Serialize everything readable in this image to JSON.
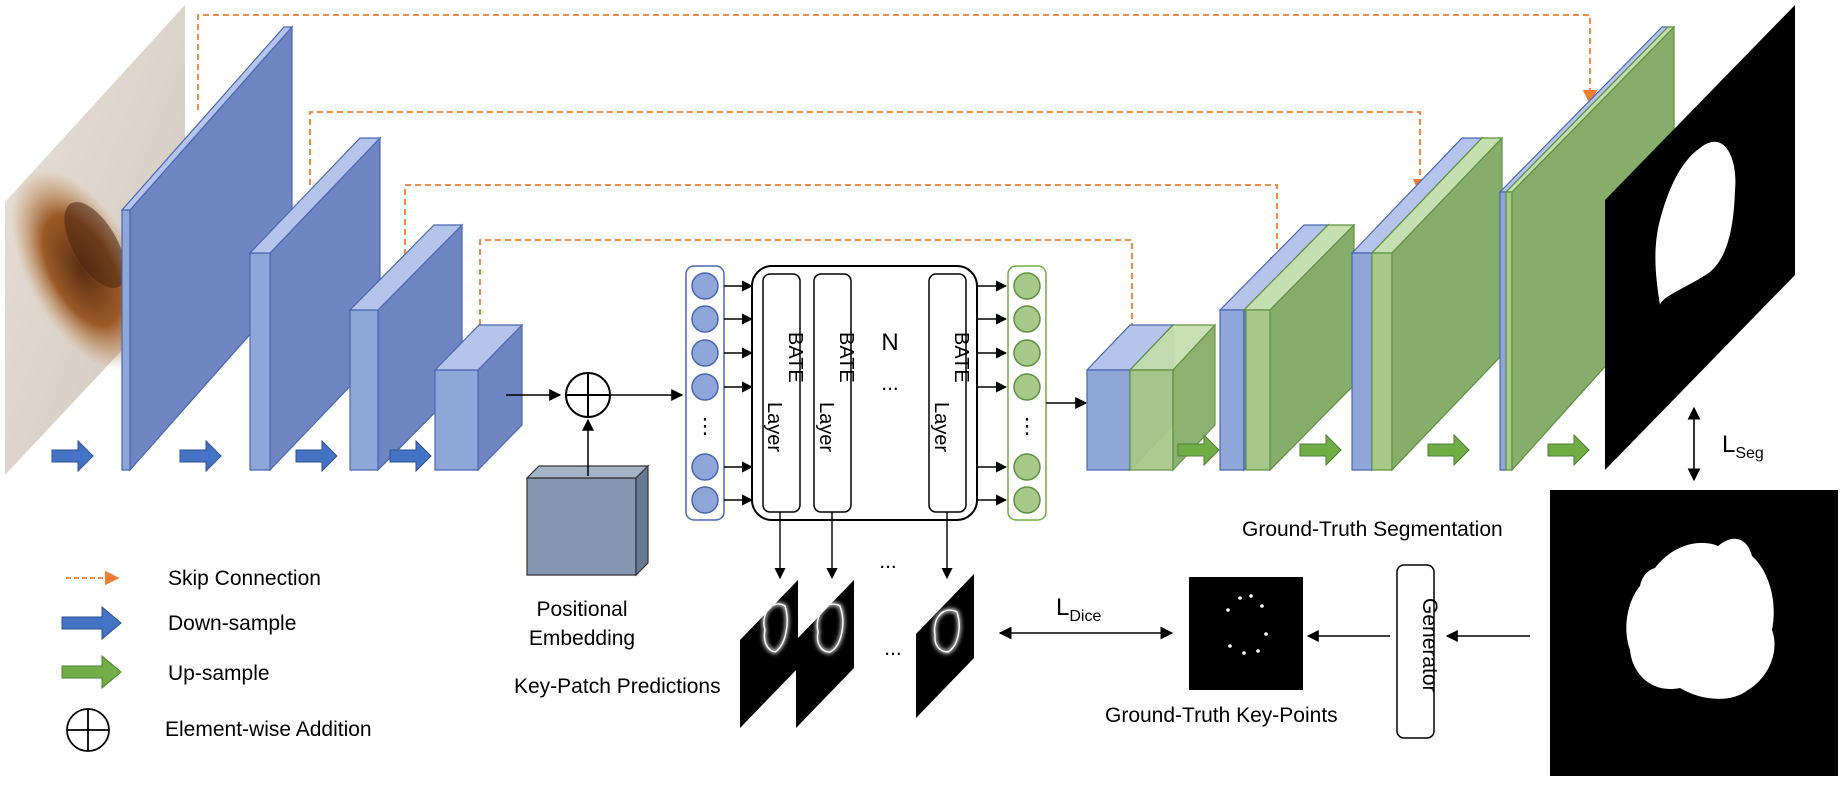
{
  "legend": {
    "skip_connection": "Skip Connection",
    "down_sample": "Down-sample",
    "up_sample": "Up-sample",
    "element_wise_addition": "Element-wise Addition"
  },
  "labels": {
    "positional_embedding_line1": "Positional",
    "positional_embedding_line2": "Embedding",
    "key_patch_predictions": "Key-Patch Predictions",
    "ground_truth_key_points": "Ground-Truth Key-Points",
    "ground_truth_segmentation": "Ground-Truth Segmentation",
    "generator": "Generator",
    "bate": "BATE",
    "layer": "Layer",
    "n": "N",
    "dots": "...",
    "vdots": "⋮",
    "l": "L",
    "dice": "Dice",
    "seg": "Seg"
  },
  "colors": {
    "encoder_blue": "#8fa6d9",
    "encoder_blue_dark": "#6f86c2",
    "decoder_green": "#a7c98a",
    "decoder_green_dark": "#86ad6a",
    "skip_orange": "#ed7d31",
    "down_arrow": "#4472c4",
    "up_arrow": "#70ad47",
    "embedding_gray": "#8497b0",
    "lesion_brown": "#a8672f"
  }
}
